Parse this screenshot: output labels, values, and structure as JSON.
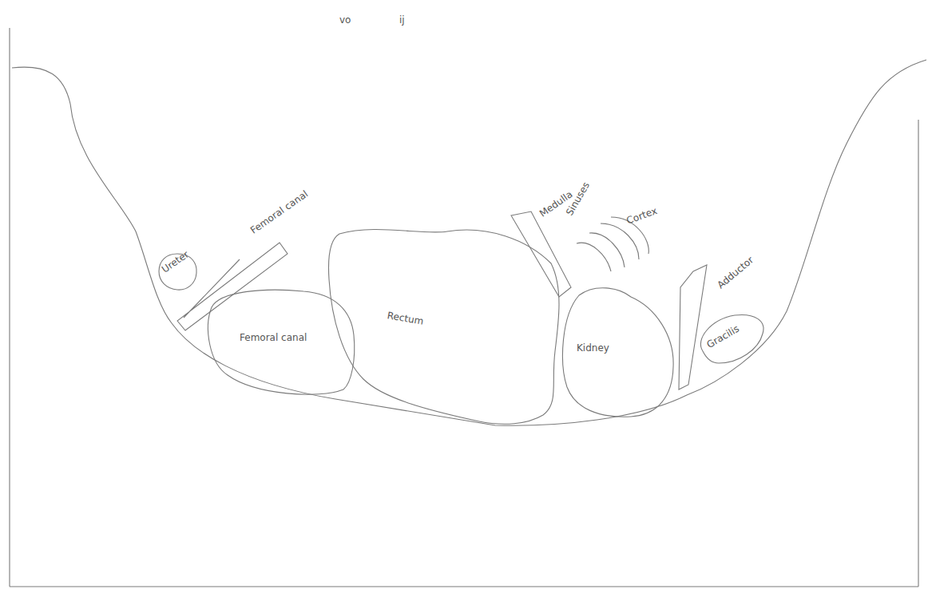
{
  "diagram": {
    "nodes": [
      {
        "text": [
          "Ureter"
        ]
      },
      {
        "text": [
          "Femoral canal"
        ]
      },
      {
        "text": [
          "Femoral canal"
        ]
      },
      {
        "text": [
          "Rectum"
        ]
      },
      {
        "text": [
          "Kidney"
        ]
      },
      {
        "text": [
          "Medulla"
        ]
      },
      {
        "text": [
          "Adductor"
        ]
      },
      {
        "text": [
          "Gracilis"
        ]
      }
    ],
    "edges": [],
    "labels": [
      "vo",
      "ij",
      "Sinuses",
      "Cortex"
    ]
  }
}
